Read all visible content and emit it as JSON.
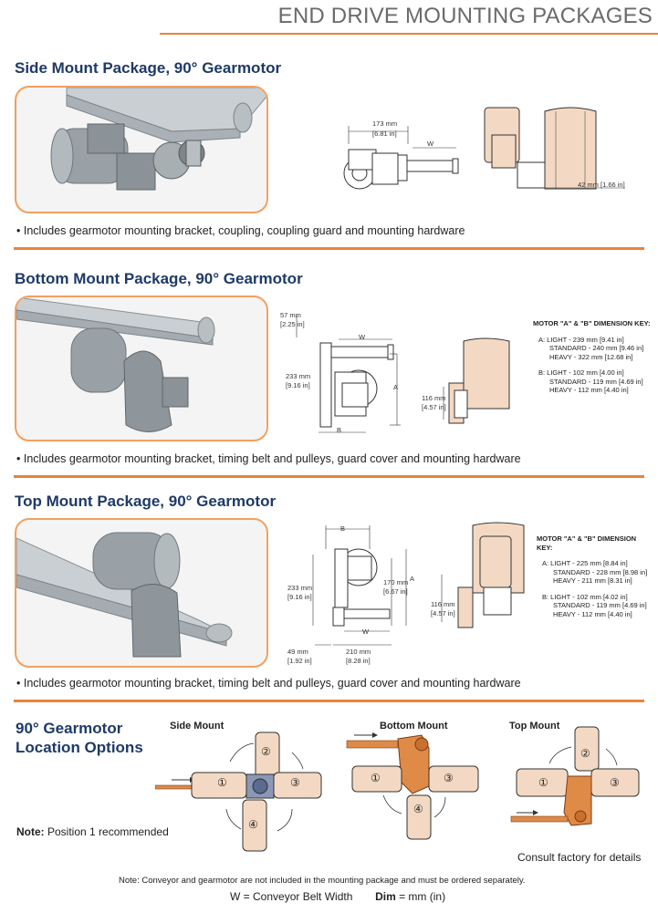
{
  "header": {
    "title": "END DRIVE MOUNTING PACKAGES"
  },
  "side_mount": {
    "title": "Side Mount Package, 90° Gearmotor",
    "bullet": "• Includes gearmotor mounting bracket, coupling, coupling guard and mounting hardware",
    "dims": {
      "d1": "173 mm",
      "d1_in": "[6.81 in]",
      "w": "W",
      "d2": "42 mm [1.66 in]"
    }
  },
  "bottom_mount": {
    "title": "Bottom Mount Package, 90° Gearmotor",
    "bullet": "• Includes gearmotor mounting bracket, timing belt and pulleys, guard cover and mounting hardware",
    "dims": {
      "d1": "57 mm",
      "d1_in": "[2.25 in]",
      "d2": "233 mm",
      "d2_in": "[9.16 in]",
      "w": "W",
      "a": "A",
      "b": "B",
      "d3": "116 mm",
      "d3_in": "[4.57 in]"
    },
    "key": {
      "title": "MOTOR \"A\" & \"B\" DIMENSION KEY:",
      "a1": "A: LIGHT - 239 mm [9.41 in]",
      "a2": "STANDARD - 240 mm [9.46 in]",
      "a3": "HEAVY - 322 mm [12.68 in]",
      "b1": "B: LIGHT - 102 mm [4.00 in]",
      "b2": "STANDARD - 119 mm [4.69 in]",
      "b3": "HEAVY - 112 mm [4.40 in]"
    }
  },
  "top_mount": {
    "title": "Top Mount Package, 90° Gearmotor",
    "bullet": "• Includes gearmotor mounting bracket, timing belt and pulleys, guard cover and mounting hardware",
    "dims": {
      "b": "B",
      "d1": "233 mm",
      "d1_in": "[9.16 in]",
      "d2": "170 mm",
      "d2_in": "[6.67 in]",
      "a": "A",
      "w": "W",
      "d3": "49 mm",
      "d3_in": "[1.92 in]",
      "d4": "210 mm",
      "d4_in": "[8.28 in]",
      "d5": "116 mm",
      "d5_in": "[4.57 in]"
    },
    "key": {
      "title": "MOTOR \"A\" & \"B\" DIMENSION KEY:",
      "a1": "A: LIGHT - 225 mm [8.84 in]",
      "a2": "STANDARD - 228 mm [8.98 in]",
      "a3": "HEAVY - 211 mm [8.31 in]",
      "b1": "B: LIGHT - 102 mm [4.02 in]",
      "b2": "STANDARD - 119 mm [4.69 in]",
      "b3": "HEAVY - 112 mm [4.40 in]"
    }
  },
  "locations": {
    "title_line1": "90° Gearmotor",
    "title_line2": "Location Options",
    "side_label": "Side Mount",
    "bottom_label": "Bottom Mount",
    "top_label": "Top Mount",
    "pos1": "①",
    "pos2": "②",
    "pos3": "③",
    "pos4": "④",
    "note_bold": "Note:",
    "note_text": " Position 1 recommended",
    "consult": "Consult factory for details"
  },
  "footer": {
    "note": "Note: Conveyor and gearmotor are not included in the mounting package and must be ordered separately.",
    "w_def": "W = Conveyor Belt Width",
    "dim_bold": "Dim",
    "dim_def": " = mm (in)"
  },
  "colors": {
    "accent": "#e8833a",
    "title": "#1f3a66",
    "motor": "#f3d9c3",
    "pulley": "#e08a48"
  }
}
